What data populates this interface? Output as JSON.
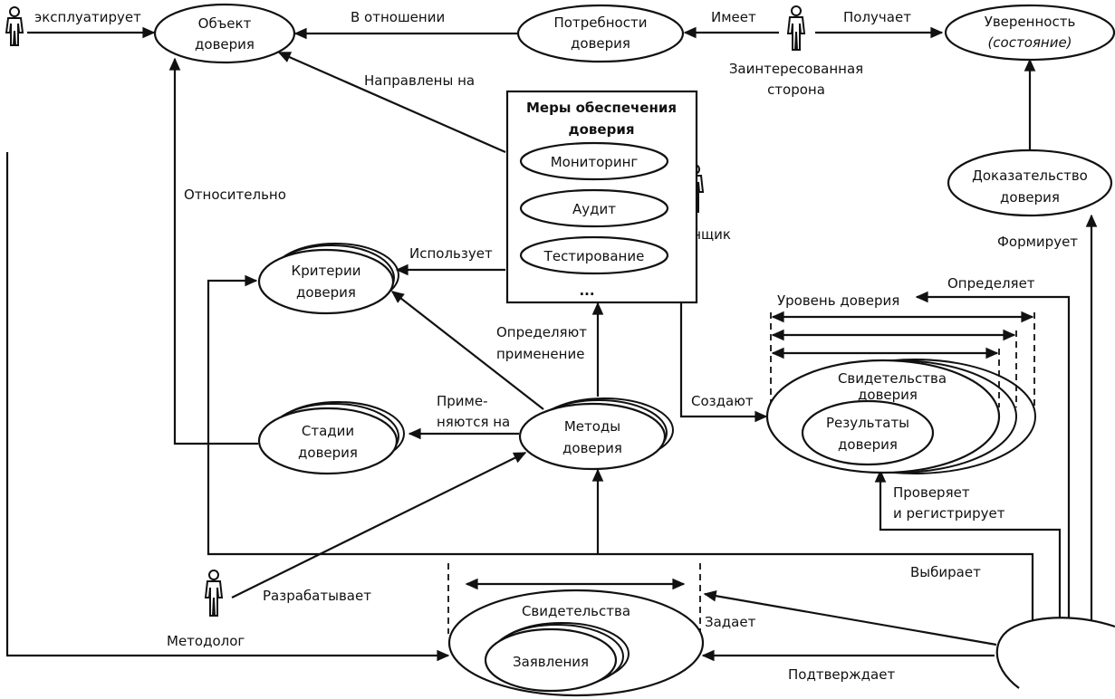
{
  "diagram": {
    "type": "conceptual-model",
    "language": "ru",
    "actors": {
      "exploiter": {
        "label": ""
      },
      "stakeholder": {
        "label_line1": "Заинтересованная",
        "label_line2": "сторона"
      },
      "assessor": {
        "label": "Оценщик"
      },
      "methodologist": {
        "label": "Методолог"
      }
    },
    "nodes": {
      "trust_object": {
        "line1": "Объект",
        "line2": "доверия"
      },
      "trust_needs": {
        "line1": "Потребности",
        "line2": "доверия"
      },
      "confidence": {
        "line1": "Уверенность",
        "line2": "(состояние)"
      },
      "trust_proof": {
        "line1": "Доказательство",
        "line2": "доверия"
      },
      "measures": {
        "title_line1": "Меры обеспечения",
        "title_line2": "доверия",
        "items": [
          "Мониторинг",
          "Аудит",
          "Тестирование"
        ],
        "ellipsis": "..."
      },
      "criteria": {
        "line1": "Критерии",
        "line2": "доверия"
      },
      "stages": {
        "line1": "Стадии",
        "line2": "доверия"
      },
      "methods": {
        "line1": "Методы",
        "line2": "доверия"
      },
      "trust_evidence": {
        "line1": "Свидетельства",
        "line2": "доверия"
      },
      "trust_results": {
        "line1": "Результаты",
        "line2": "доверия"
      },
      "evidence": {
        "label": "Свидетельства"
      },
      "claims": {
        "label": "Заявления"
      },
      "trust_level": {
        "label": "Уровень доверия"
      }
    },
    "edges": {
      "exploits": "эксплуатирует",
      "regarding": "В отношении",
      "has": "Имеет",
      "receives": "Получает",
      "directed_at": "Направлены на",
      "relative_to": "Относительно",
      "uses": "Использует",
      "define_application_1": "Определяют",
      "define_application_2": "применение",
      "applied_to_1": "Приме-",
      "applied_to_2": "няются на",
      "create": "Создают",
      "forms": "Формирует",
      "defines": "Определяет",
      "verifies_1": "Проверяет",
      "verifies_2": "и регистрирует",
      "develops": "Разрабатывает",
      "selects": "Выбирает",
      "sets": "Задает",
      "confirms": "Подтверждает"
    }
  }
}
